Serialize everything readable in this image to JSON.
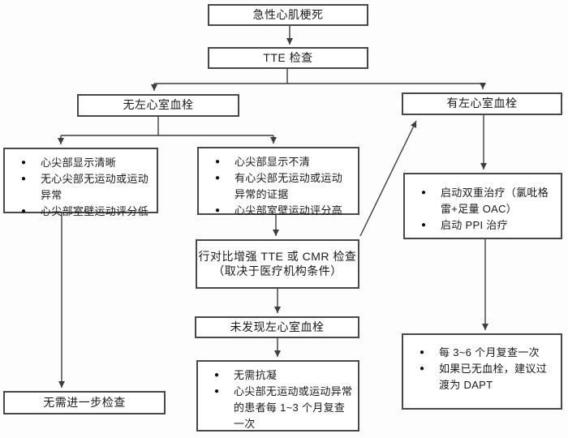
{
  "nodes": {
    "acute_mi": {
      "label": "急性心肌梗死"
    },
    "tte": {
      "label": "TTE 检查"
    },
    "no_lvt": {
      "label": "无左心室血栓"
    },
    "has_lvt": {
      "label": "有左心室血栓"
    },
    "left_criteria": {
      "items": [
        "心尖部显示清晰",
        "无心尖部无运动或运动异常",
        "心尖部室壁运动评分低"
      ]
    },
    "mid_criteria": {
      "items": [
        "心尖部显示不清",
        "有心尖部无运动或运动异常的证据",
        "心尖部室壁运动评分高"
      ]
    },
    "dual_therapy": {
      "items": [
        "启动双重治疗（氯吡格雷+足量 OAC）",
        "启动 PPI 治疗"
      ]
    },
    "contrast_exam": {
      "line1": "行对比增强 TTE 或 CMR 检查",
      "line2": "（取决于医疗机构条件）"
    },
    "no_lvt_found": {
      "label": "未发现左心室血栓"
    },
    "no_anticoag": {
      "items": [
        "无需抗凝",
        "心尖部无运动或运动异常的患者每 1~3 个月复查一次"
      ]
    },
    "no_further_exam": {
      "label": "无需进一步检查"
    },
    "followup": {
      "items": [
        "每 3~6 个月复查一次",
        "如果已无血栓，建议过渡为 DAPT"
      ]
    }
  },
  "style": {
    "line_color": "#3d3d3d",
    "border_color": "#484848",
    "background": "#fdfdfd"
  }
}
